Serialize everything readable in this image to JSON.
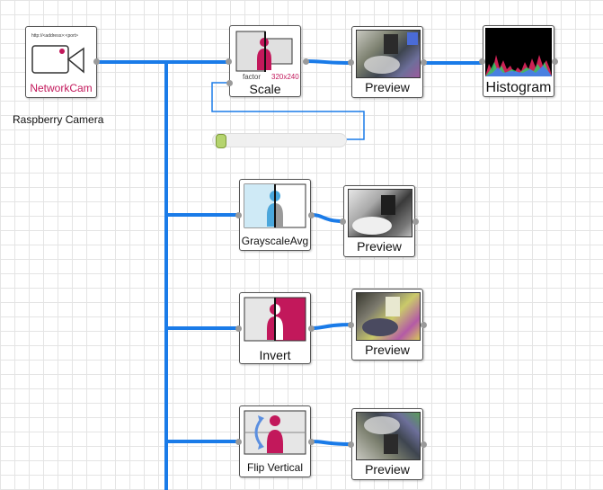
{
  "nodes": {
    "networkcam": {
      "label": "NetworkCam",
      "url_hint": "http://<address>:<port>",
      "caption": "Raspberry Camera"
    },
    "scale": {
      "label": "Scale",
      "param_name": "factor",
      "param_value": "320x240"
    },
    "preview_scale": {
      "label": "Preview"
    },
    "histogram": {
      "label": "Histogram"
    },
    "grayscale": {
      "label": "GrayscaleAvg"
    },
    "preview_gray": {
      "label": "Preview"
    },
    "invert": {
      "label": "Invert"
    },
    "preview_invert": {
      "label": "Preview"
    },
    "flip": {
      "label": "Flip Vertical"
    },
    "preview_flip": {
      "label": "Preview"
    }
  },
  "colors": {
    "wire": "#1a7be8",
    "accent_red": "#c2185b",
    "slider_handle": "#b5d46e"
  },
  "slider": {
    "value": 0.0
  }
}
